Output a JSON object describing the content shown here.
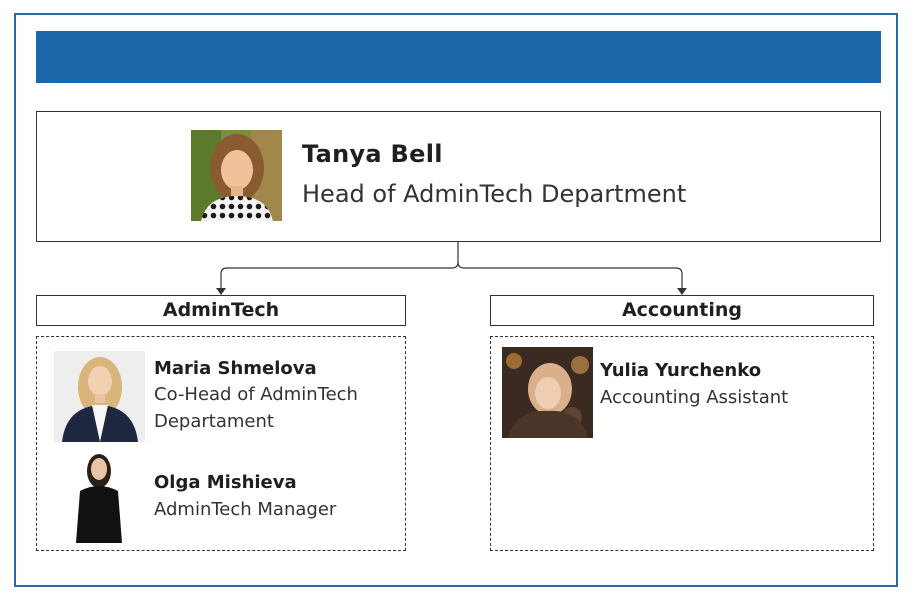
{
  "head": {
    "name": "Tanya Bell",
    "title": "Head of AdminTech Department"
  },
  "departments": [
    {
      "name": "AdminTech",
      "members": [
        {
          "name": "Maria Shmelova",
          "role_line1": "Co-Head of AdminTech",
          "role_line2": "Departament"
        },
        {
          "name": "Olga Mishieva",
          "role_line1": "AdminTech Manager"
        }
      ]
    },
    {
      "name": "Accounting",
      "members": [
        {
          "name": "Yulia Yurchenko",
          "role_line1": "Accounting Assistant"
        }
      ]
    }
  ],
  "colors": {
    "banner": "#1b67a9",
    "frame": "#2a6aa6"
  },
  "icons": {
    "person": "person-photo"
  }
}
